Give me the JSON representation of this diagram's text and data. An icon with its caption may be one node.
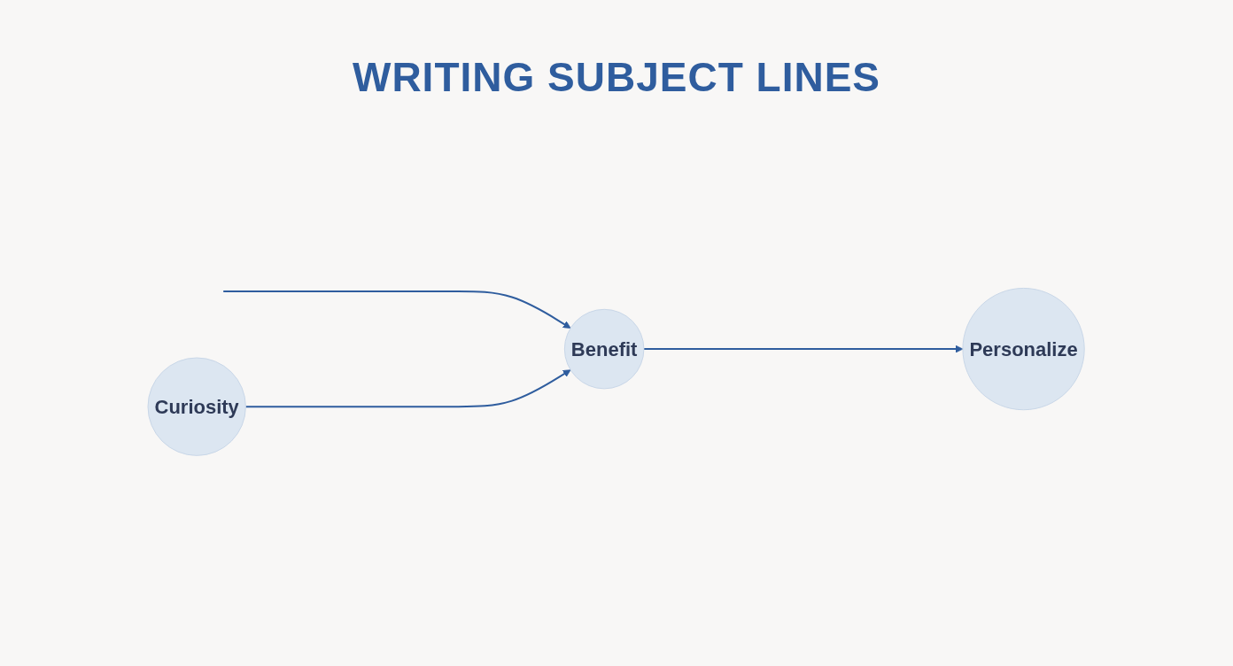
{
  "diagram": {
    "title": "WRITING SUBJECT LINES",
    "nodes": [
      {
        "text": [
          "Curiosity"
        ]
      },
      {
        "text": [
          "Benefit"
        ]
      },
      {
        "text": [
          "Personalize"
        ]
      }
    ],
    "edges": [
      {
        "from": null,
        "to": 1,
        "arrow": "to"
      },
      {
        "from": 0,
        "to": 1,
        "arrow": "to"
      },
      {
        "from": 1,
        "to": 2,
        "arrow": "to"
      }
    ]
  }
}
